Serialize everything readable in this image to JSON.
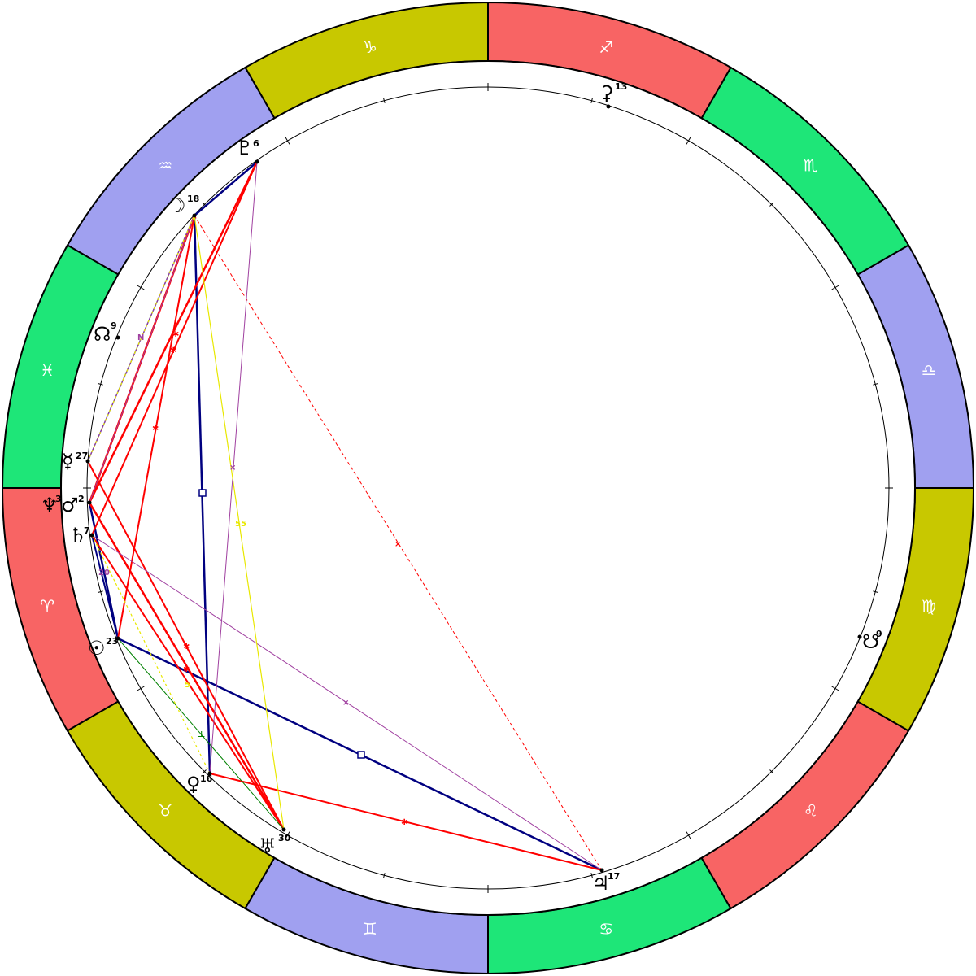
{
  "signs": [
    {
      "name": "aries",
      "glyph": "♈",
      "color": "#f86464"
    },
    {
      "name": "taurus",
      "glyph": "♉",
      "color": "#c8c800"
    },
    {
      "name": "gemini",
      "glyph": "♊",
      "color": "#a0a0f0"
    },
    {
      "name": "cancer",
      "glyph": "♋",
      "color": "#1ee678"
    },
    {
      "name": "leo",
      "glyph": "♌",
      "color": "#f86464"
    },
    {
      "name": "virgo",
      "glyph": "♍",
      "color": "#c8c800"
    },
    {
      "name": "libra",
      "glyph": "♎",
      "color": "#a0a0f0"
    },
    {
      "name": "scorpio",
      "glyph": "♏",
      "color": "#1ee678"
    },
    {
      "name": "sagittarius",
      "glyph": "♐",
      "color": "#f86464"
    },
    {
      "name": "capricorn",
      "glyph": "♑",
      "color": "#c8c800"
    },
    {
      "name": "aquarius",
      "glyph": "♒",
      "color": "#a0a0f0"
    },
    {
      "name": "pisces",
      "glyph": "♓",
      "color": "#1ee678"
    }
  ],
  "planets": [
    {
      "name": "pluto",
      "glyph": "♇",
      "deg": "6"
    },
    {
      "name": "moon",
      "glyph": "☽",
      "deg": "18"
    },
    {
      "name": "north-node",
      "glyph": "☊",
      "deg": "9"
    },
    {
      "name": "mercury",
      "glyph": "☿",
      "deg": "27"
    },
    {
      "name": "neptune",
      "glyph": "♆",
      "deg": "3"
    },
    {
      "name": "mars",
      "glyph": "♂",
      "deg": "2"
    },
    {
      "name": "saturn",
      "glyph": "♄",
      "deg": "7"
    },
    {
      "name": "sun",
      "glyph": "☉",
      "deg": "23"
    },
    {
      "name": "venus",
      "glyph": "♀",
      "deg": "16"
    },
    {
      "name": "uranus",
      "glyph": "♅",
      "deg": "30"
    },
    {
      "name": "jupiter",
      "glyph": "♃",
      "deg": "17"
    },
    {
      "name": "south-node",
      "glyph": "☋",
      "deg": "9"
    },
    {
      "name": "ceres",
      "glyph": "⚳",
      "deg": "13"
    }
  ],
  "aspect_labels": {
    "a": "20",
    "b": "55",
    "c": "5"
  },
  "colors": {
    "square": "#000080",
    "opposition": "#ff0000",
    "trine": "#008000",
    "quincunx": "#a040a0",
    "minor": "#e8e800"
  }
}
